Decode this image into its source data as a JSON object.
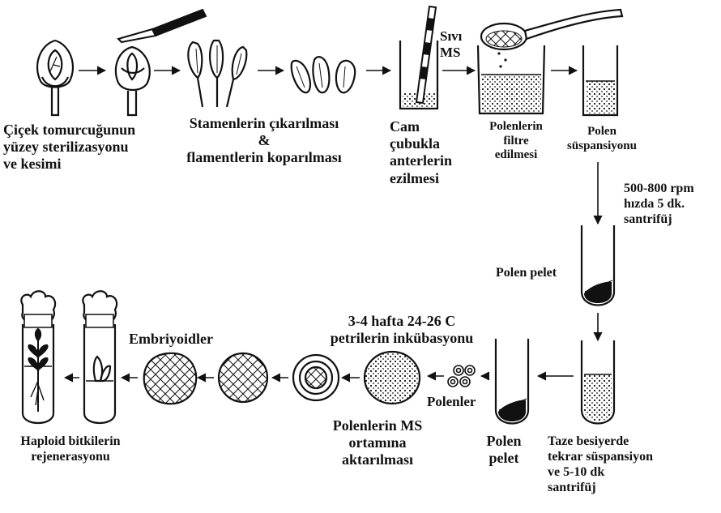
{
  "labels": {
    "bud": [
      "Çiçek tomurcuğunun",
      "yüzey sterilizasyonu",
      "ve kesimi"
    ],
    "stamen": [
      "Stamenlerin çıkarılması",
      "&",
      "flamentlerin koparılması"
    ],
    "crush": [
      "Cam",
      "çubukla",
      "anterlerin",
      "ezilmesi"
    ],
    "liquid_ms": [
      "Sıvı",
      "MS"
    ],
    "filter": [
      "Polenlerin",
      "filtre",
      "edilmesi"
    ],
    "suspension": [
      "Polen",
      "süspansiyonu"
    ],
    "centrifuge": [
      "500-800 rpm",
      "hızda 5 dk.",
      "santrifüj"
    ],
    "pellet_top": "Polen pelet",
    "resuspend": [
      "Taze besiyerde",
      "tekrar süspansiyon",
      "ve 5-10 dk",
      "santrifüj"
    ],
    "pellet_bottom": [
      "Polen",
      "pelet"
    ],
    "pollens": "Polenler",
    "transfer_ms": [
      "Polenlerin MS",
      "ortamına",
      "aktarılması"
    ],
    "incubation": [
      "3-4 hafta 24-26 C",
      "petrilerin inkübasyonu"
    ],
    "embryoids": "Embriyoidler",
    "regeneration": [
      "Haploid bitkilerin",
      "rejenerasyonu"
    ]
  }
}
